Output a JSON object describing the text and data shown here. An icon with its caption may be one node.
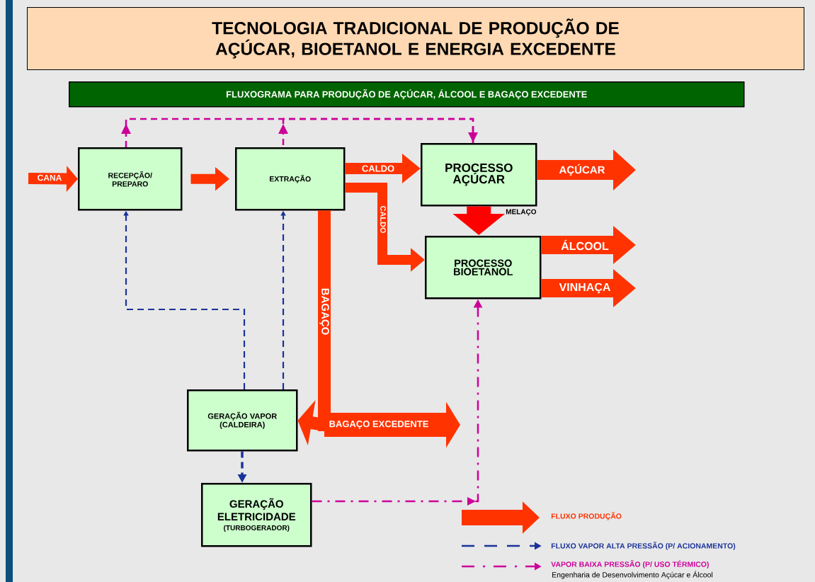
{
  "diagram": {
    "title": "TECNOLOGIA TRADICIONAL DE PRODUÇÃO DE AÇÚCAR, BIOETANOL E ENERGIA EXCEDENTE",
    "nodes": [
      {
        "text": [
          "FLUXOGRAMA PARA PRODUÇÃO DE AÇÚCAR, ÁLCOOL E BAGAÇO EXCEDENTE"
        ]
      },
      {
        "text": [
          "RECEPÇÃO/ PREPARO"
        ]
      },
      {
        "text": [
          "EXTRAÇÃO"
        ]
      },
      {
        "text": [
          "PROCESSO AÇÚCAR"
        ]
      },
      {
        "text": [
          "PROCESSO BIOETANOL"
        ]
      },
      {
        "text": [
          "GERAÇÃO VAPOR (CALDEIRA)"
        ]
      },
      {
        "text": [
          "GERAÇÃO ELETRICIDADE",
          "(TURBOGERADOR)"
        ]
      }
    ],
    "edges": [
      {
        "from": null,
        "to": 1,
        "arrow": "to",
        "label": "CANA"
      },
      {
        "from": 1,
        "to": 2,
        "arrow": "to"
      },
      {
        "from": 2,
        "to": 3,
        "arrow": "to",
        "label": "CALDO"
      },
      {
        "from": 2,
        "to": 4,
        "arrow": "to",
        "label": "CALDO"
      },
      {
        "from": 3,
        "to": null,
        "arrow": "to",
        "label": "AÇÚCAR",
        "style": "thick"
      },
      {
        "from": 3,
        "to": 4,
        "arrow": "to",
        "label": "MELAÇO",
        "style": "thick",
        "color": "#ff0000"
      },
      {
        "from": 4,
        "to": null,
        "arrow": "to",
        "label": "ÁLCOOL",
        "style": "thick"
      },
      {
        "from": 4,
        "to": null,
        "arrow": "to",
        "label": "VINHAÇA",
        "style": "thick"
      },
      {
        "from": 2,
        "to": 5,
        "arrow": "to",
        "label": "BAGAÇO"
      },
      {
        "from": 2,
        "to": null,
        "arrow": "to",
        "label": "BAGAÇO EXCEDENTE"
      },
      {
        "from": 1,
        "to": 3,
        "arrow": "to",
        "style": "dashed",
        "color": "#cc0099"
      },
      {
        "from": 2,
        "to": 3,
        "arrow": "to",
        "style": "dashed",
        "color": "#cc0099"
      },
      {
        "from": 5,
        "to": 1,
        "arrow": "to",
        "style": "dashed",
        "color": "#1a3399"
      },
      {
        "from": 5,
        "to": 2,
        "arrow": "to",
        "style": "dashed",
        "color": "#1a3399"
      },
      {
        "from": 5,
        "to": 6,
        "arrow": "to",
        "style": "dashed",
        "color": "#1a3399"
      },
      {
        "from": 6,
        "to": 4,
        "arrow": "to",
        "style": "dashed",
        "color": "#cc0099"
      }
    ],
    "labels": [
      "Engenharia de Desenvolvimento Açúcar e Álcool"
    ],
    "legend": [
      {
        "text": "FLUXO PRODUÇÃO"
      },
      {
        "text": "FLUXO VAPOR ALTA PRESSÃO (P/ ACIONAMENTO)"
      },
      {
        "text": "VAPOR BAIXA PRESSÃO (P/ USO TÉRMICO)"
      }
    ]
  }
}
